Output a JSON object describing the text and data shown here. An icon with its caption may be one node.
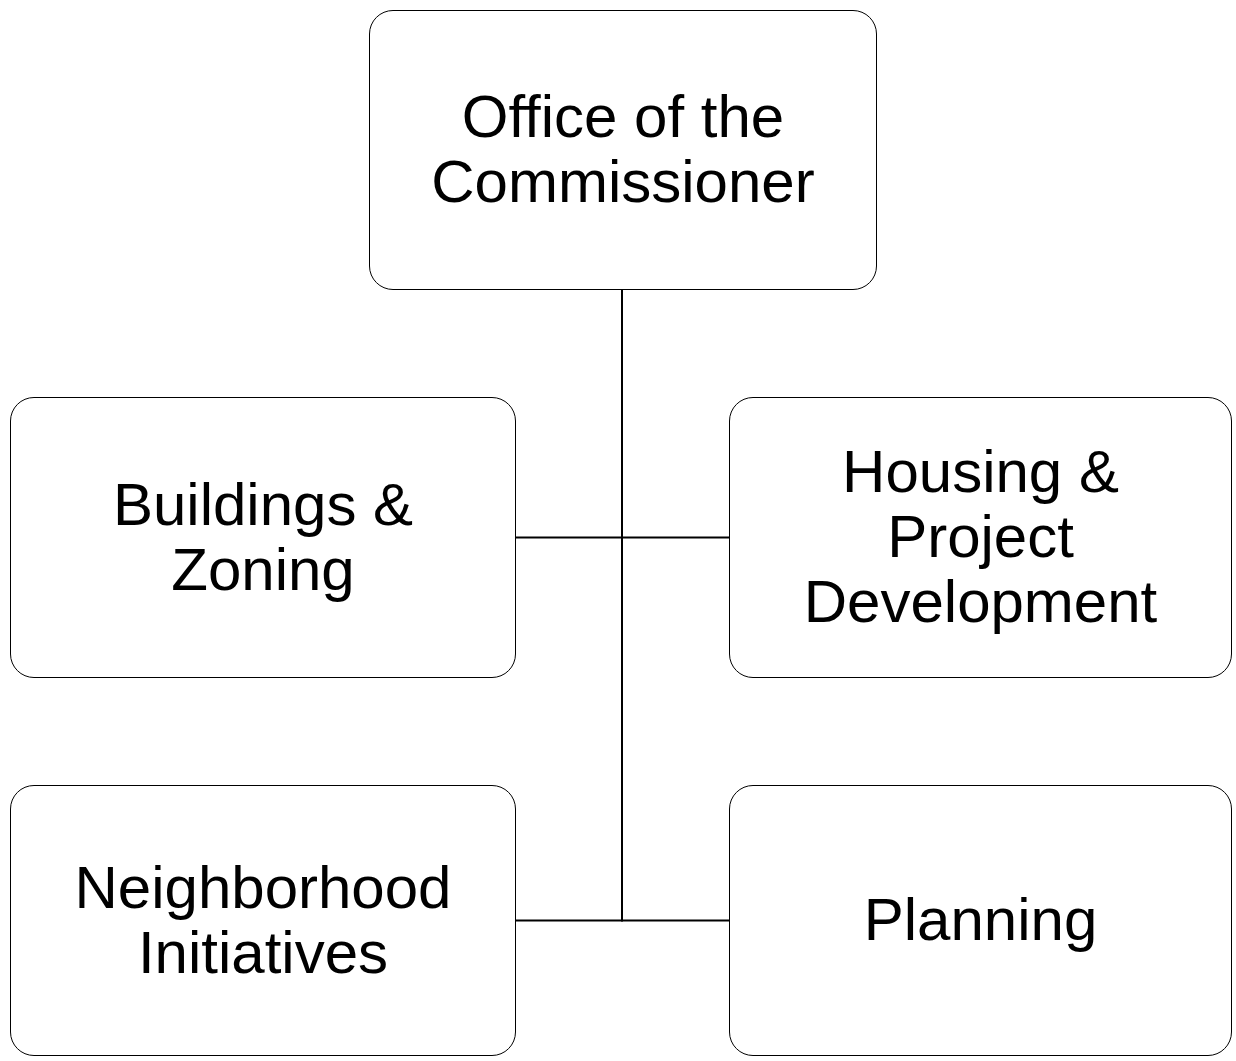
{
  "diagram": {
    "nodes": [
      {
        "text": [
          "Office of the Commissioner"
        ]
      },
      {
        "text": [
          "Buildings & Zoning"
        ]
      },
      {
        "text": [
          "Housing & Project Development"
        ]
      },
      {
        "text": [
          "Neighborhood Initiatives"
        ]
      },
      {
        "text": [
          "Planning"
        ]
      }
    ],
    "edges": [
      {
        "from": 0,
        "to": 1,
        "arrow": "none"
      },
      {
        "from": 0,
        "to": 2,
        "arrow": "none"
      },
      {
        "from": 0,
        "to": 3,
        "arrow": "none"
      },
      {
        "from": 0,
        "to": 4,
        "arrow": "none"
      }
    ]
  }
}
